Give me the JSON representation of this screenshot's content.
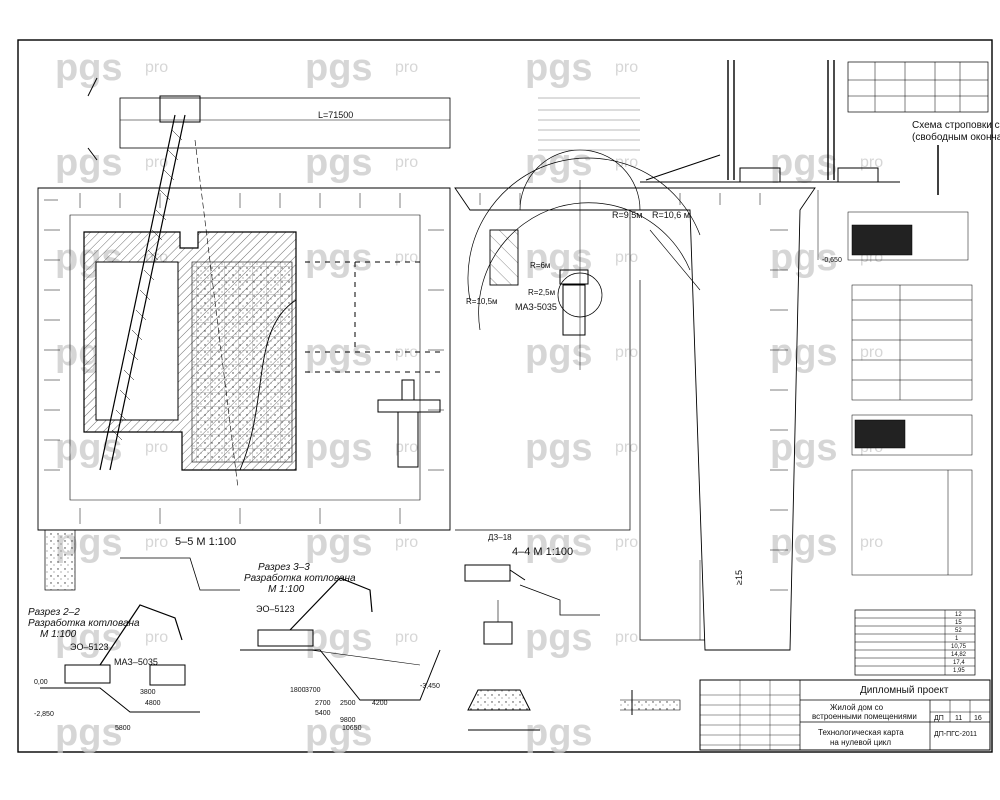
{
  "watermark": {
    "brand": "pgs",
    "sub": "pro"
  },
  "plan": {
    "length_label": "L=71500",
    "radius_labels": [
      "R=9,5м",
      "R=10,6 м",
      "R=6м",
      "R=2,5м",
      "R=10,5м"
    ],
    "crane_label": "МАЗ-5035",
    "dim_right": "≥15"
  },
  "sections": {
    "s55": "5–5   М 1:100",
    "s44": "4–4   М 1:100",
    "s22_title": "Разрез 2–2",
    "s22_sub": "Разработка котлована",
    "s22_scale": "М 1:100",
    "s33_title": "Разрез 3–3",
    "s33_sub": "Разработка котлована",
    "s33_scale": "М 1:100",
    "excavator1": "ЭО–5123",
    "excavator2": "ЭО–5123",
    "truck": "МАЗ–5035",
    "bulldozer": "ДЗ–18",
    "lvl_a": "-2,850",
    "lvl_b": "0,00",
    "lvl_c": "-3,450",
    "dims_33": [
      "2700",
      "2500",
      "4200",
      "5400",
      "9800",
      "10650",
      "1800",
      "3700"
    ],
    "dims_22": [
      "3800",
      "4800",
      "5800"
    ]
  },
  "side_panel": {
    "strap_title": "Схема строповки свай",
    "strap_sub": "(свободным окончанием)",
    "lvl": "-0,650"
  },
  "summary_table": {
    "values": [
      "12",
      "15",
      "52",
      "1",
      "10,75",
      "14,82",
      "17,4",
      "1,95"
    ]
  },
  "title_block": {
    "company": "Дипломный проект",
    "project_line1": "Жилой дом со",
    "project_line2": "встроенными помещениями",
    "sheet_title_line1": "Технологическая карта",
    "sheet_title_line2": "на нулевой цикл",
    "stage": "ДП",
    "sheet_no": "11",
    "sheets_total": "16",
    "code": "ДП-ПГС-2011"
  }
}
